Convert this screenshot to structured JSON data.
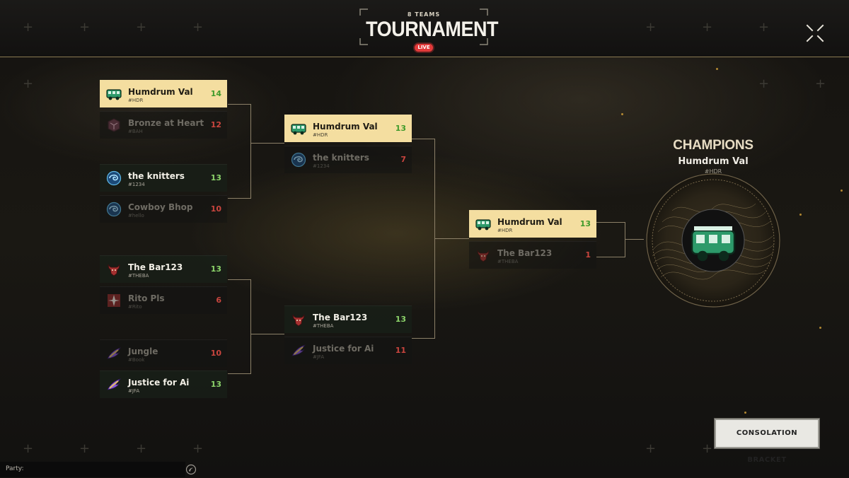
{
  "header": {
    "subtitle": "8 TEAMS",
    "title": "TOURNAMENT",
    "live_badge": "LIVE"
  },
  "colors": {
    "accent_gold": "#f4dea0",
    "win_green": "#8cd36a",
    "loss_red": "#c9453e",
    "team_logo_green": "#3fae7a"
  },
  "round1": [
    {
      "name": "Humdrum Val",
      "tag": "#HDR",
      "score": "14",
      "logo": "truck-logo-icon"
    },
    {
      "name": "Bronze at Heart",
      "tag": "#BAH",
      "score": "12",
      "logo": "hex-logo-icon"
    },
    {
      "name": "the knitters",
      "tag": "#1234",
      "score": "13",
      "logo": "swirl-logo-icon"
    },
    {
      "name": "Cowboy Bhop",
      "tag": "#hello",
      "score": "10",
      "logo": "swirl-logo-icon"
    },
    {
      "name": "The Bar123",
      "tag": "#THEBA",
      "score": "13",
      "logo": "bull-logo-icon"
    },
    {
      "name": "Rito Pls",
      "tag": "#Rito",
      "score": "6",
      "logo": "shuriken-logo-icon"
    },
    {
      "name": "Jungle",
      "tag": "#Book",
      "score": "10",
      "logo": "wing-logo-icon"
    },
    {
      "name": "Justice for Ai",
      "tag": "#JFA",
      "score": "13",
      "logo": "wing-logo-icon"
    }
  ],
  "round2": [
    {
      "name": "Humdrum Val",
      "tag": "#HDR",
      "score": "13",
      "logo": "truck-logo-icon"
    },
    {
      "name": "the knitters",
      "tag": "#1234",
      "score": "7",
      "logo": "swirl-logo-icon"
    },
    {
      "name": "The Bar123",
      "tag": "#THEBA",
      "score": "13",
      "logo": "bull-logo-icon"
    },
    {
      "name": "Justice for Ai",
      "tag": "#JFA",
      "score": "11",
      "logo": "wing-logo-icon"
    }
  ],
  "final": [
    {
      "name": "Humdrum Val",
      "tag": "#HDR",
      "score": "13",
      "logo": "truck-logo-icon"
    },
    {
      "name": "The Bar123",
      "tag": "#THEBA",
      "score": "1",
      "logo": "bull-logo-icon"
    }
  ],
  "champion": {
    "label": "CHAMPIONS",
    "name": "Humdrum Val",
    "tag": "#HDR"
  },
  "consolation_label": "CONSOLATION BRACKET",
  "party_label": "Party:"
}
